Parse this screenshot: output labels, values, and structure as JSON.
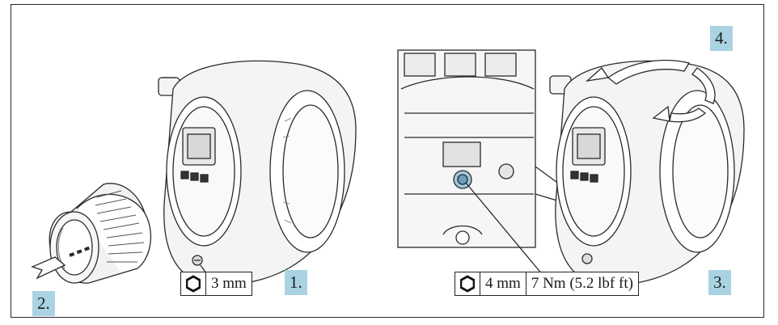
{
  "steps": {
    "s1": "1.",
    "s2": "2.",
    "s3": "3.",
    "s4": "4."
  },
  "spec_left": {
    "icon": "hex-socket-icon",
    "size": "3 mm"
  },
  "spec_right": {
    "icon": "hex-socket-icon",
    "size": "4 mm",
    "torque": "7 Nm (5.2 lbf ft)"
  },
  "colors": {
    "step_badge": "#a9d3e3",
    "line": "#2a2a2a",
    "housing_fill": "#f4f4f4"
  }
}
